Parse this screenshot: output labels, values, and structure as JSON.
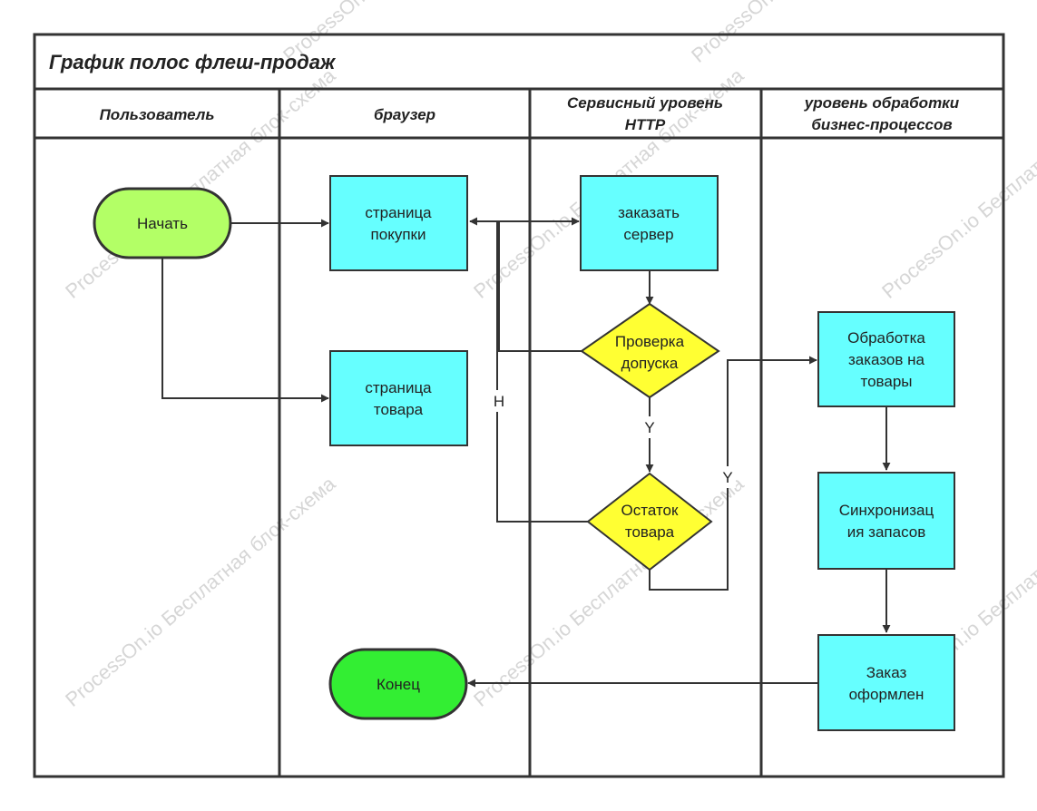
{
  "title": "График полос флеш-продаж",
  "lanes": [
    {
      "id": "user",
      "label": [
        "Пользователь"
      ],
      "color": "#cce5ff"
    },
    {
      "id": "browser",
      "label": [
        "браузер"
      ],
      "color": "#ff99cc"
    },
    {
      "id": "http",
      "label": [
        "Сервисный уровень",
        "HTTP"
      ],
      "color": "#ccff99"
    },
    {
      "id": "biz",
      "label": [
        "уровень обработки",
        "бизнес-процессов"
      ],
      "color": "#ffcc99"
    }
  ],
  "header_color": "#e5ccff",
  "nodes": {
    "start": {
      "label": [
        "Начать"
      ],
      "shape": "terminator",
      "color": "#b3ff66"
    },
    "purchase_page": {
      "label": [
        "страница",
        "покупки"
      ],
      "shape": "process",
      "color": "#66ffff"
    },
    "product_page": {
      "label": [
        "страница",
        "товара"
      ],
      "shape": "process",
      "color": "#66ffff"
    },
    "order_server": {
      "label": [
        "заказать",
        "сервер"
      ],
      "shape": "process",
      "color": "#66ffff"
    },
    "access_check": {
      "label": [
        "Проверка",
        "допуска"
      ],
      "shape": "decision",
      "color": "#ffff33"
    },
    "stock": {
      "label": [
        "Остаток",
        "товара"
      ],
      "shape": "decision",
      "color": "#ffff33"
    },
    "order_processing": {
      "label": [
        "Обработка",
        "заказов на",
        "товары"
      ],
      "shape": "process",
      "color": "#66ffff"
    },
    "sync_stock": {
      "label": [
        "Синхронизац",
        "ия запасов"
      ],
      "shape": "process",
      "color": "#66ffff"
    },
    "order_done": {
      "label": [
        "Заказ",
        "оформлен"
      ],
      "shape": "process",
      "color": "#66ffff"
    },
    "end": {
      "label": [
        "Конец"
      ],
      "shape": "terminator",
      "color": "#33ee33"
    }
  },
  "edge_labels": {
    "no": "Н",
    "yes_check": "Y",
    "yes_stock": "Y"
  },
  "watermark": "ProcessOn.io Бесплатная блок-схема"
}
